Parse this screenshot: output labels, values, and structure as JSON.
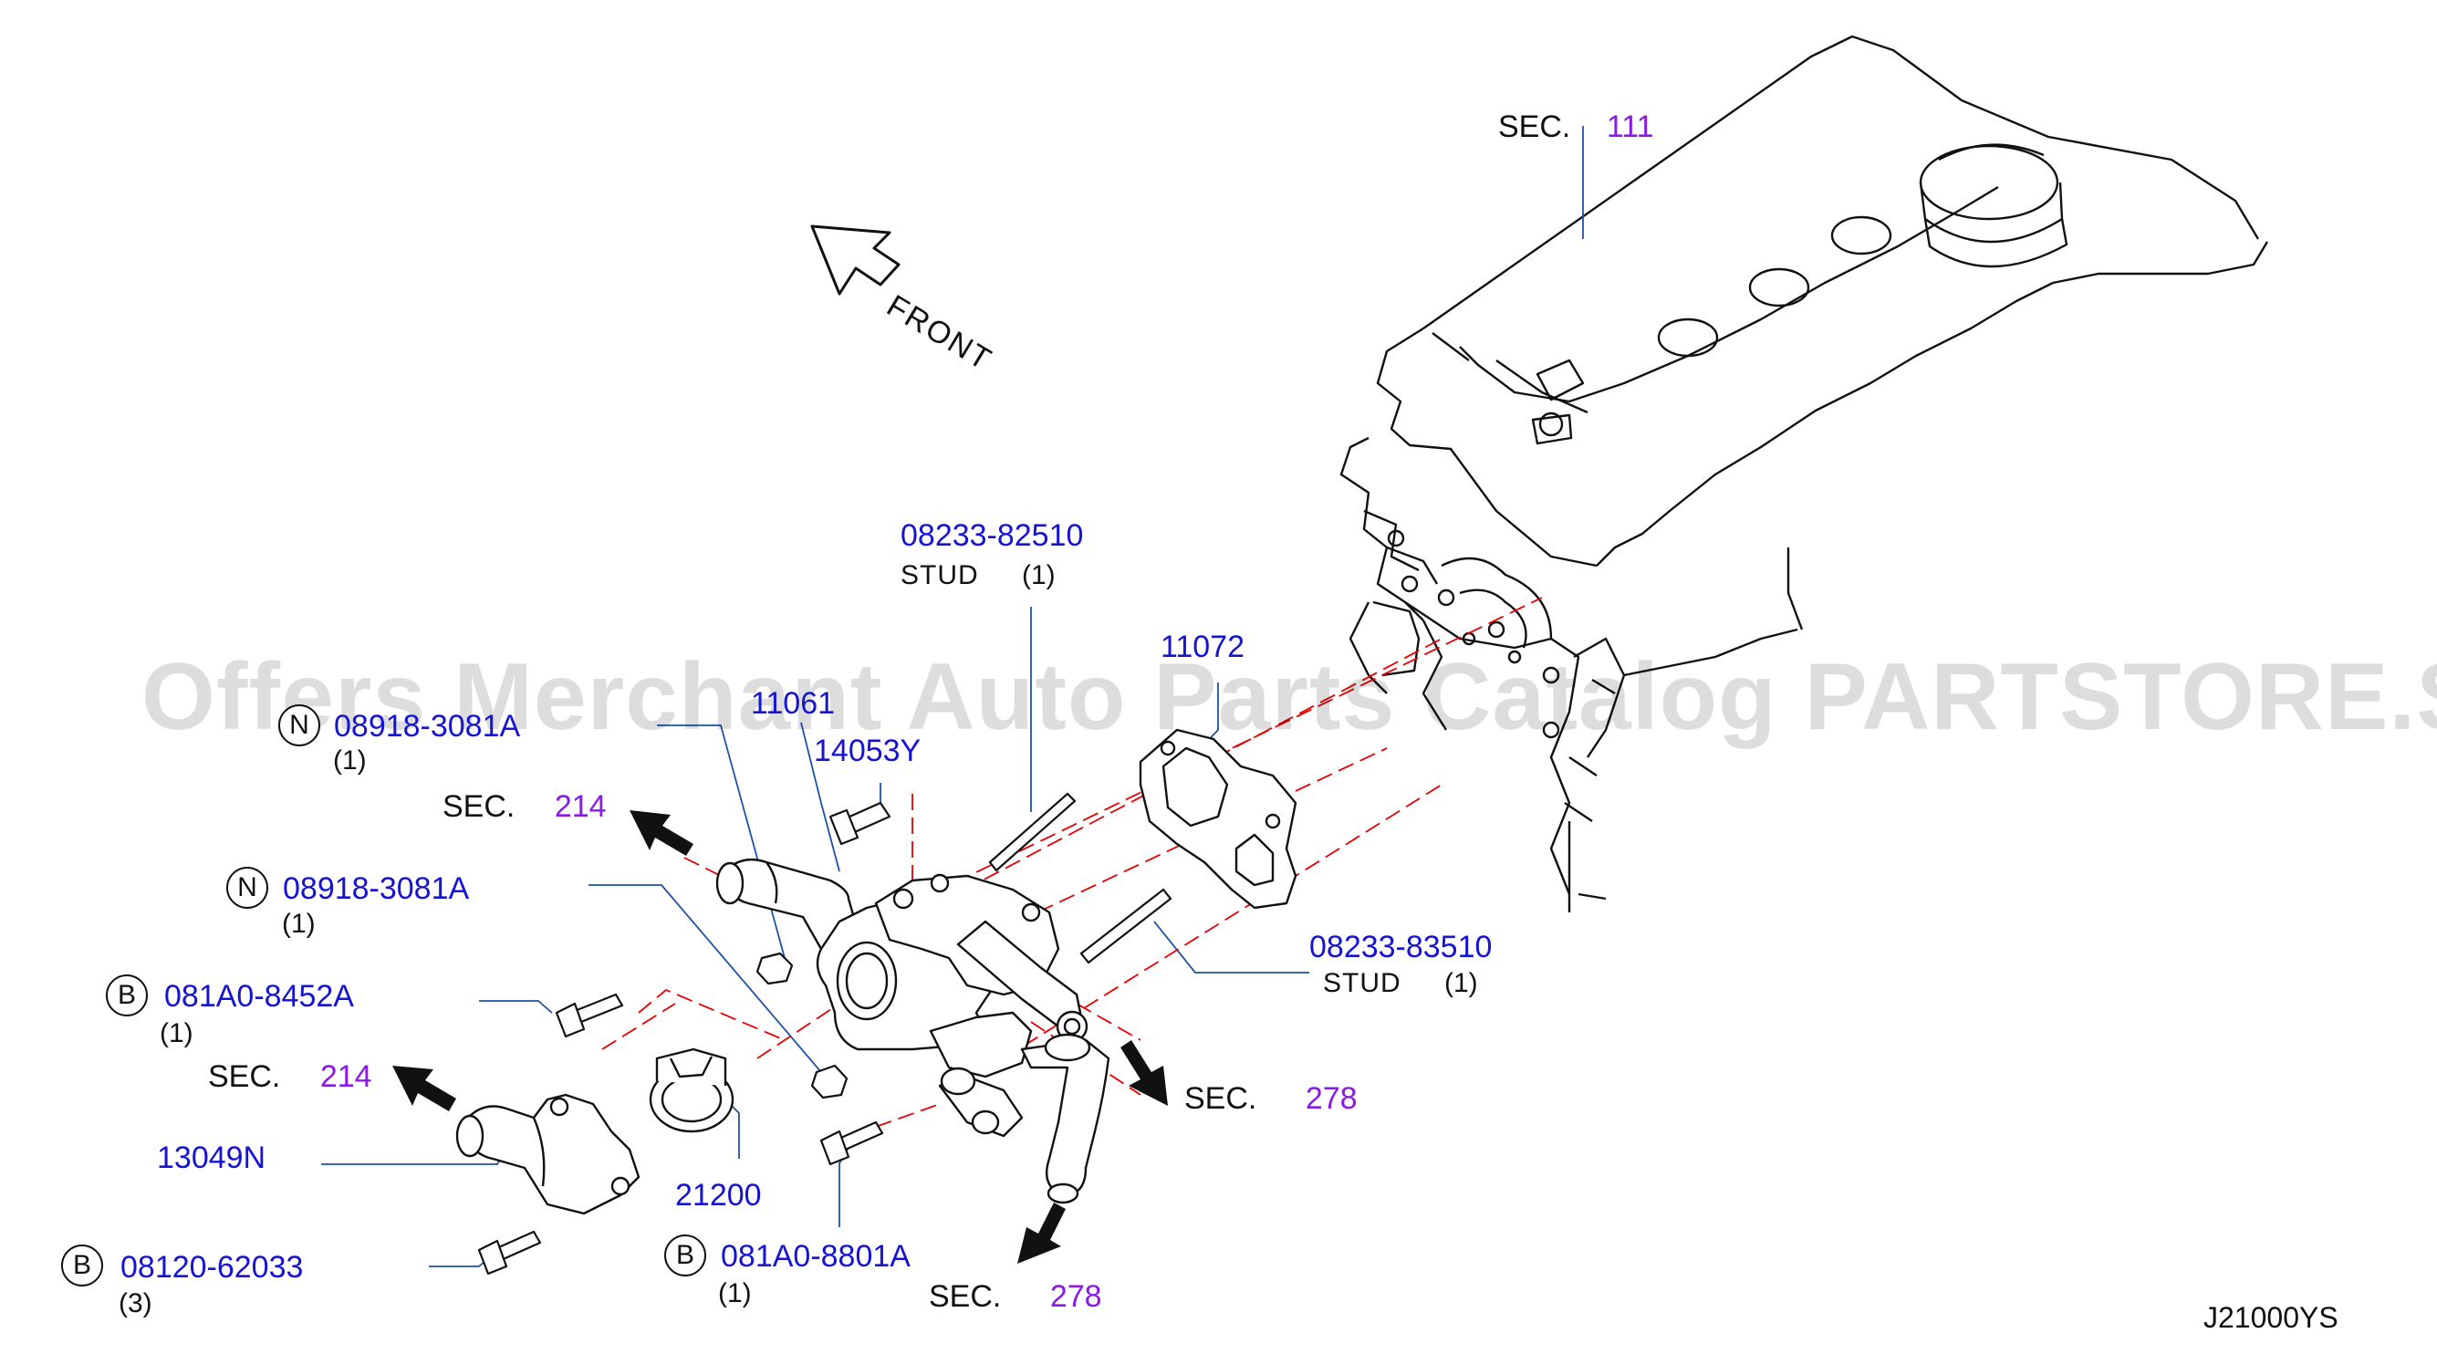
{
  "watermark": "Offers Merchant Auto Parts Catalog PARTSTORE.SA",
  "front_label": "FRONT",
  "diagram_code": "J21000YS",
  "sections": [
    {
      "prefix": "SEC.",
      "number": "111"
    },
    {
      "prefix": "SEC.",
      "number": "214"
    },
    {
      "prefix": "SEC.",
      "number": "214"
    },
    {
      "prefix": "SEC.",
      "number": "278"
    },
    {
      "prefix": "SEC.",
      "number": "278"
    }
  ],
  "parts": [
    {
      "number": "08233-82510",
      "type": "STUD",
      "qty": "(1)"
    },
    {
      "number": "11072"
    },
    {
      "number": "11061"
    },
    {
      "number": "14053Y"
    },
    {
      "mark": "N",
      "number": "08918-3081A",
      "qty": "(1)"
    },
    {
      "mark": "N",
      "number": "08918-3081A",
      "qty": "(1)"
    },
    {
      "mark": "B",
      "number": "081A0-8452A",
      "qty": "(1)"
    },
    {
      "number": "08233-83510",
      "type": "STUD",
      "qty": "(1)"
    },
    {
      "number": "13049N"
    },
    {
      "number": "21200"
    },
    {
      "mark": "B",
      "number": "081A0-8801A",
      "qty": "(1)"
    },
    {
      "mark": "B",
      "number": "08120-62033",
      "qty": "(3)"
    }
  ]
}
